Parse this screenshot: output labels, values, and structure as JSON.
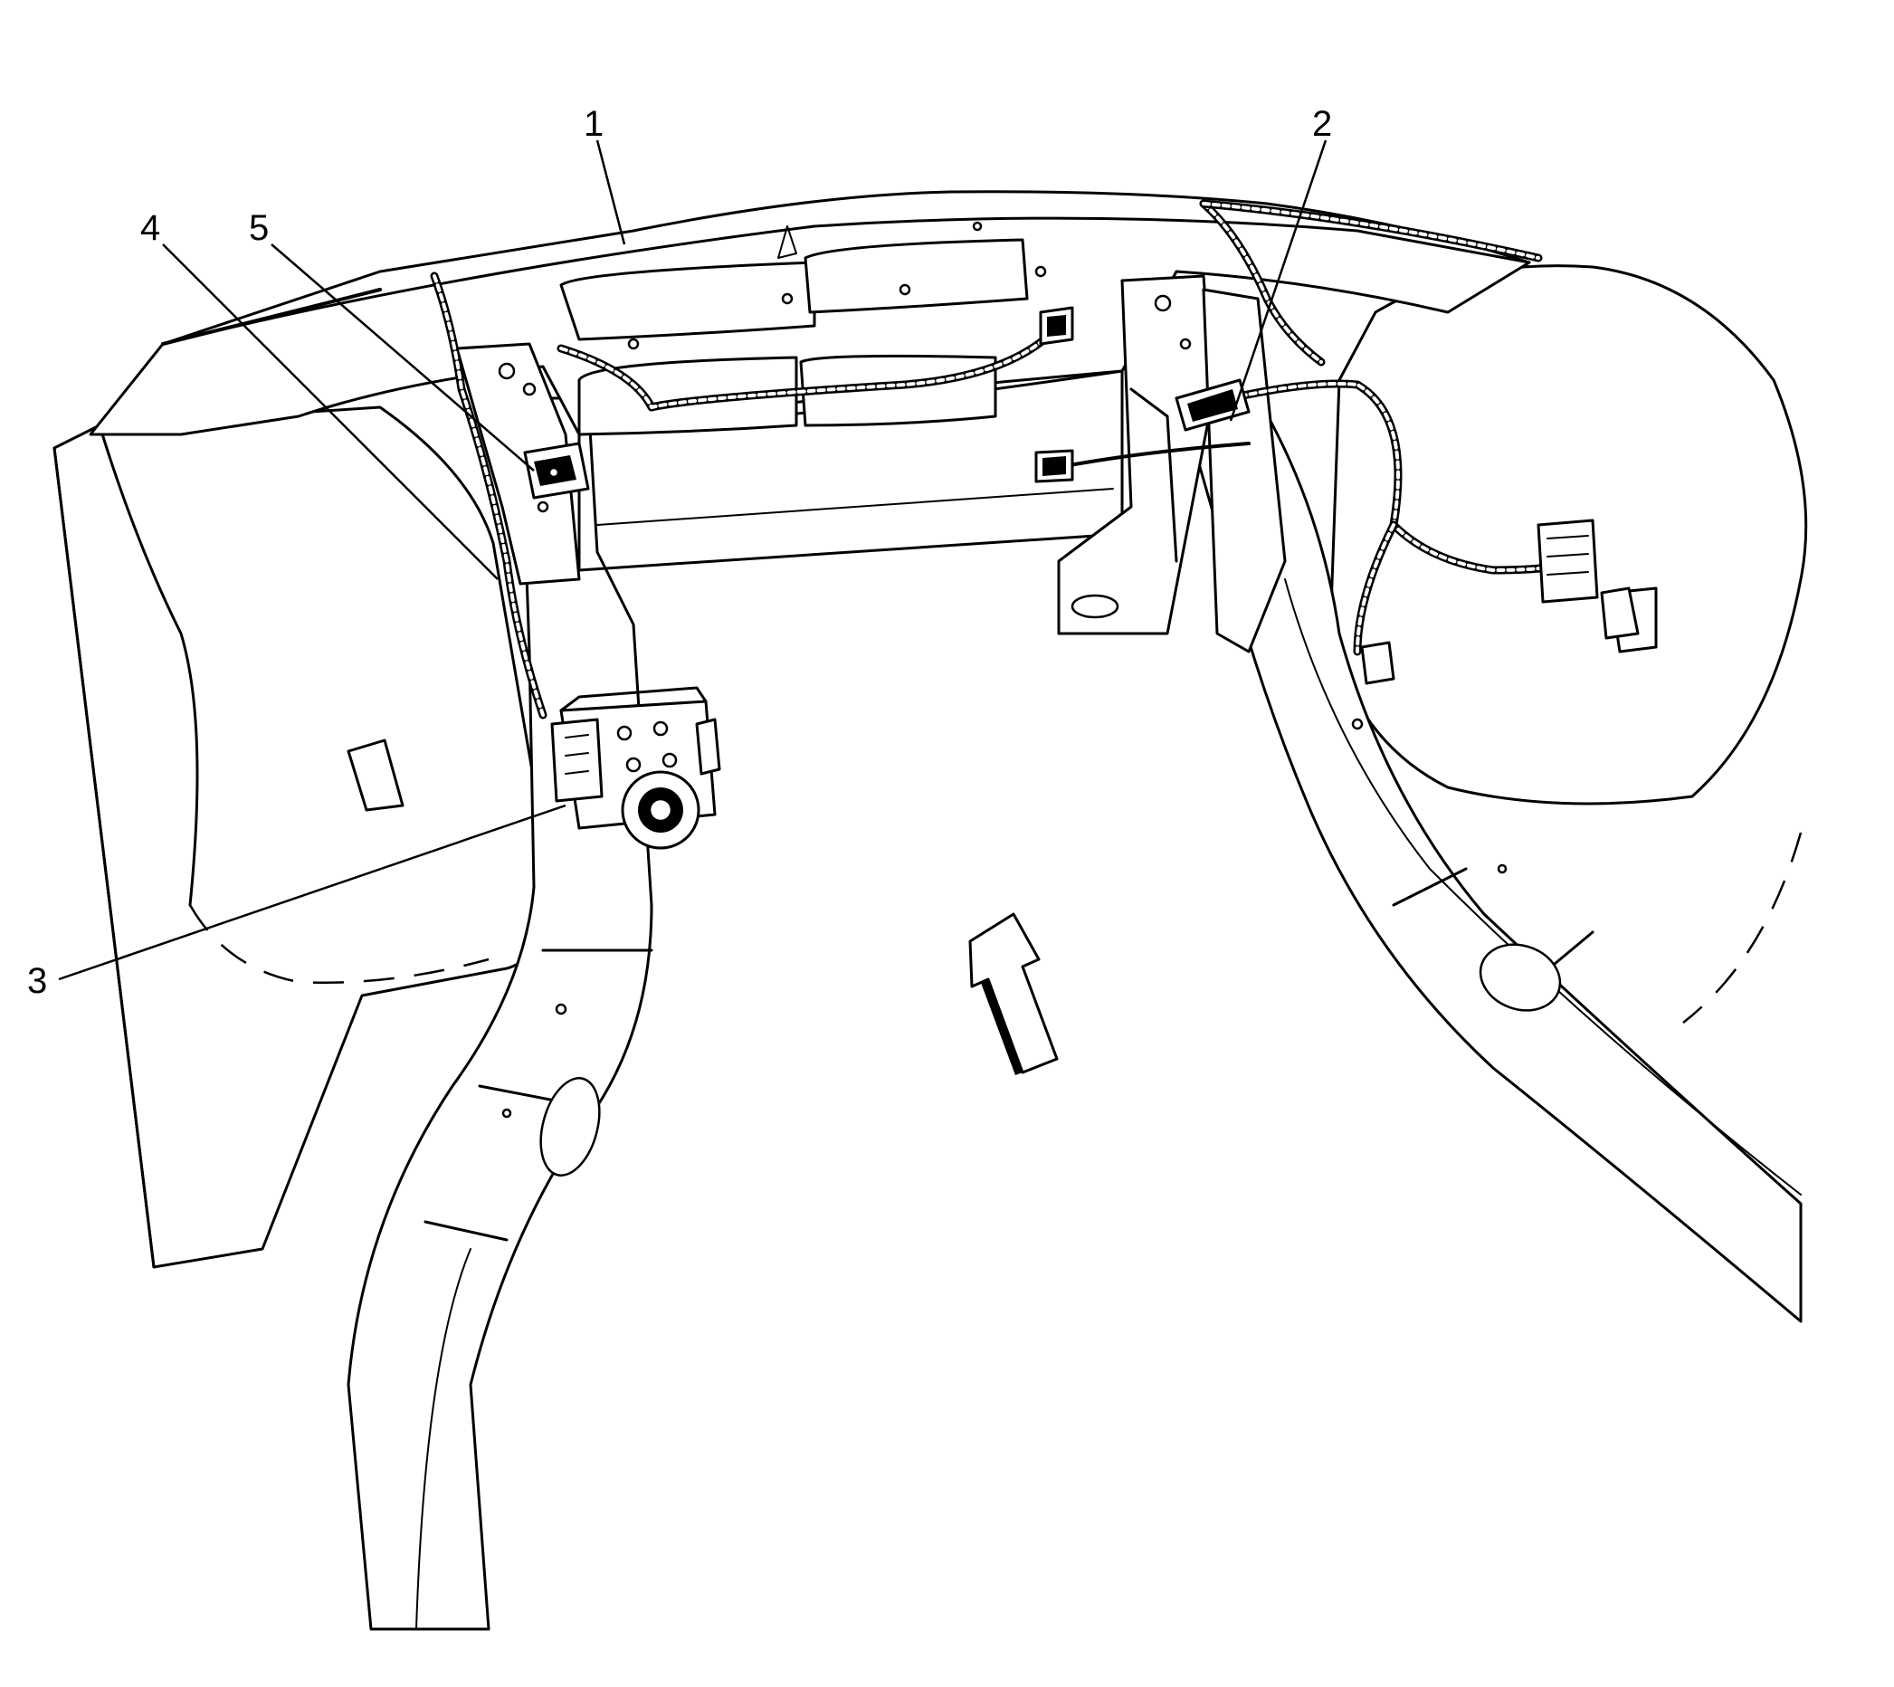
{
  "callouts": [
    {
      "id": "1",
      "label": "1"
    },
    {
      "id": "2",
      "label": "2"
    },
    {
      "id": "3",
      "label": "3"
    },
    {
      "id": "4",
      "label": "4"
    },
    {
      "id": "5",
      "label": "5"
    }
  ],
  "icons": {
    "direction_arrow": "forward-direction-arrow-icon"
  }
}
